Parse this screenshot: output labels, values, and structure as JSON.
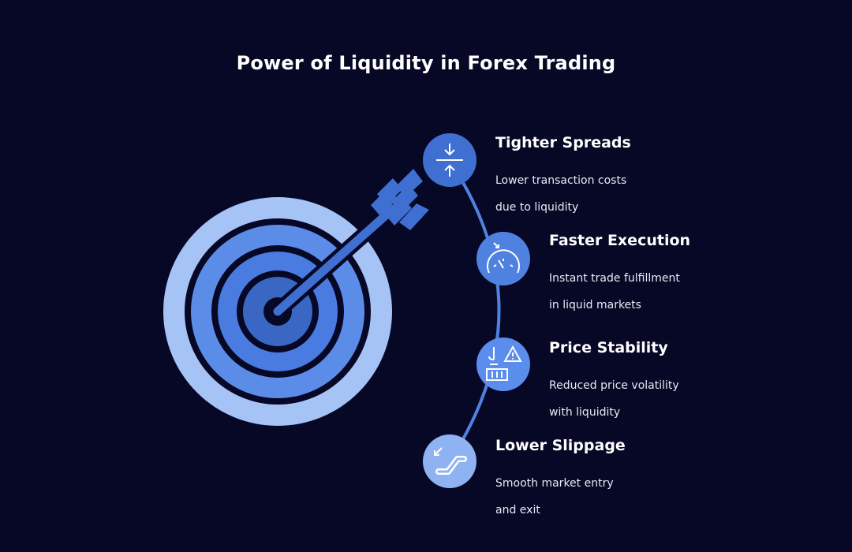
{
  "title": "Power of Liquidity in Forex Trading",
  "colors": {
    "background": "#070726",
    "ring_light": "#a6c3f5",
    "ring_mid": "#5a8ce8",
    "ring_dark": "#3f6fd0",
    "bullseye": "#2d57b0",
    "arrow": "#3f6fd0",
    "arc": "#4f82e0"
  },
  "items": [
    {
      "title": "Tighter Spreads",
      "desc_line1": "Lower transaction costs",
      "desc_line2": "due to liquidity",
      "icon": "compress-arrows-icon",
      "icon_color": "#3f6fd0"
    },
    {
      "title": "Faster Execution",
      "desc_line1": "Instant trade fulfillment",
      "desc_line2": "in liquid markets",
      "icon": "speedometer-icon",
      "icon_color": "#4f82e0"
    },
    {
      "title": "Price Stability",
      "desc_line1": "Reduced price volatility",
      "desc_line2": "with liquidity",
      "icon": "crane-warning-icon",
      "icon_color": "#5b8ded"
    },
    {
      "title": "Lower Slippage",
      "desc_line1": "Smooth market entry",
      "desc_line2": "and exit",
      "icon": "escalator-icon",
      "icon_color": "#8fb3f2"
    }
  ]
}
